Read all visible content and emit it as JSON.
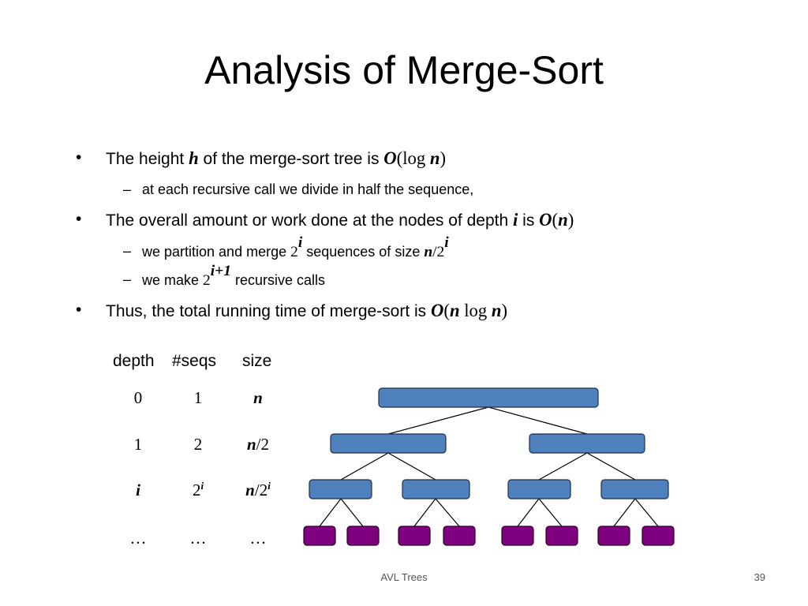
{
  "slide": {
    "title": "Analysis of Merge-Sort",
    "bullet_mark": "•",
    "dash_mark": "–",
    "bullets": [
      {
        "pre": "The height ",
        "var": "h",
        "mid": " of the merge-sort tree is ",
        "big_o": "O",
        "expr_open": "(log ",
        "expr_var": "n",
        "expr_close": ")"
      },
      {
        "sub": "at each recursive call we divide in half the sequence,"
      },
      {
        "pre": "The overall amount or work done at the nodes of depth ",
        "var": "i",
        "mid": " is ",
        "big_o": "O",
        "expr_open": "(",
        "expr_var": "n",
        "expr_close": ")"
      },
      {
        "sub_pre": "we partition and merge ",
        "two": "2",
        "exp": "i",
        "sub_mid": " sequences of size ",
        "n": "n",
        "slash2": "/2",
        "exp2": "i"
      },
      {
        "sub_pre": "we make ",
        "two": "2",
        "exp": "i+1",
        "sub_mid": " recursive calls"
      },
      {
        "pre": "Thus, the total running time of merge-sort is ",
        "big_o": "O",
        "expr_open": "(",
        "expr_var": "n",
        "expr_mid": " log ",
        "expr_var2": "n",
        "expr_close": ")"
      }
    ],
    "table": {
      "headers": [
        "depth",
        "#seqs",
        "size"
      ],
      "rows": [
        {
          "depth": "0",
          "seqs": "1",
          "size_var": "n",
          "size_rest": ""
        },
        {
          "depth": "1",
          "seqs": "2",
          "size_var": "n",
          "size_rest": "/2"
        },
        {
          "depth": "i",
          "seqs": "2",
          "seqs_exp": "i",
          "size_var": "n",
          "size_rest": "/2",
          "size_exp": "i"
        },
        {
          "depth": "…",
          "seqs": "…",
          "size_var": "…",
          "size_rest": ""
        }
      ]
    },
    "tree": {
      "node_color": "#4f81bd",
      "leaf_color": "#7f007f",
      "levels": [
        1,
        2,
        4,
        8
      ]
    },
    "footer": {
      "center": "AVL Trees",
      "page": "39"
    }
  }
}
